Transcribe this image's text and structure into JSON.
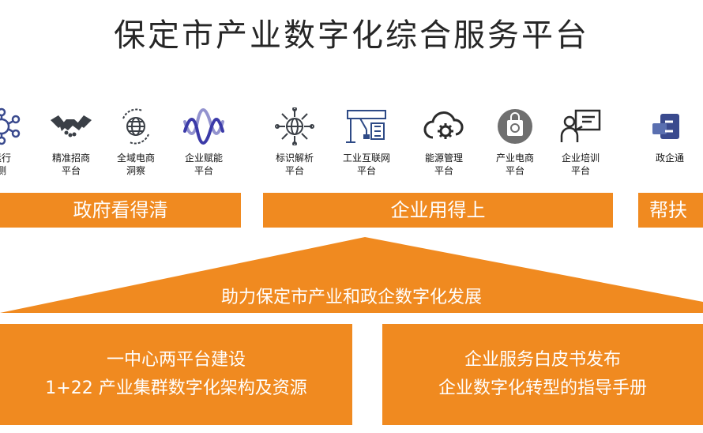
{
  "title": "保定市产业数字化综合服务平台",
  "colors": {
    "accent": "#f08a20",
    "icon_dark": "#3a3f46",
    "icon_blue": "#3a4a8e",
    "icon_purple": "#3b3aa8"
  },
  "groups": [
    {
      "banner": "政府看得清",
      "items": [
        {
          "icon": "network-icon",
          "label_line1": "运行",
          "label_line2": "测"
        },
        {
          "icon": "handshake-icon",
          "label_line1": "精准招商",
          "label_line2": "平台"
        },
        {
          "icon": "globe-refresh-icon",
          "label_line1": "全域电商",
          "label_line2": "洞察"
        },
        {
          "icon": "wave-icon",
          "label_line1": "企业赋能",
          "label_line2": "平台"
        }
      ]
    },
    {
      "banner": "企业用得上",
      "items": [
        {
          "icon": "identifier-resolution-icon",
          "label_line1": "标识解析",
          "label_line2": "平台"
        },
        {
          "icon": "industrial-iot-icon",
          "label_line1": "工业互联网",
          "label_line2": "平台"
        },
        {
          "icon": "cloud-gear-icon",
          "label_line1": "能源管理",
          "label_line2": "平台"
        },
        {
          "icon": "shopping-bag-icon",
          "label_line1": "产业电商",
          "label_line2": "平台"
        },
        {
          "icon": "training-icon",
          "label_line1": "企业培训",
          "label_line2": "平台"
        }
      ]
    },
    {
      "banner": "帮扶落",
      "items": [
        {
          "icon": "gov-enterprise-icon",
          "label_line1": "政企通",
          "label_line2": ""
        }
      ]
    }
  ],
  "foundation": {
    "label": "助力保定市产业和政企数字化发展",
    "left_box": {
      "line1": "一中心两平台建设",
      "line2": "1+22 产业集群数字化架构及资源"
    },
    "right_box": {
      "line1": "企业服务白皮书发布",
      "line2": "企业数字化转型的指导手册"
    }
  }
}
